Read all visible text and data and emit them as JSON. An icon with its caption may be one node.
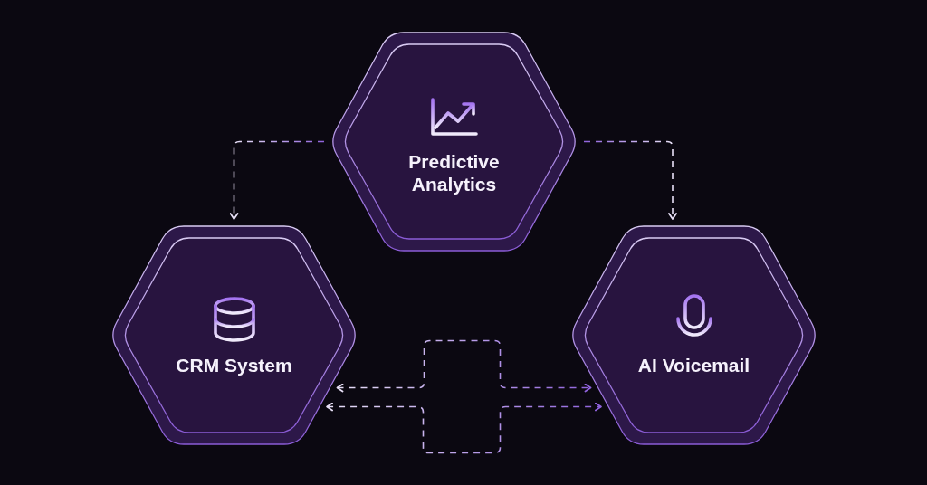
{
  "diagram": {
    "nodes": [
      {
        "text": [
          "Predictive Analytics"
        ]
      },
      {
        "text": [
          "CRM System"
        ]
      },
      {
        "text": [
          "AI Voicemail"
        ]
      }
    ],
    "edges": [
      {
        "from": 0,
        "to": 1,
        "arrow": "to",
        "style": "dashed"
      },
      {
        "from": 0,
        "to": 2,
        "arrow": "to",
        "style": "dashed"
      },
      {
        "from": 1,
        "to": 2,
        "arrow": "both",
        "style": "dashed"
      },
      {
        "from": 1,
        "to": 2,
        "arrow": "both",
        "style": "dashed"
      }
    ]
  }
}
